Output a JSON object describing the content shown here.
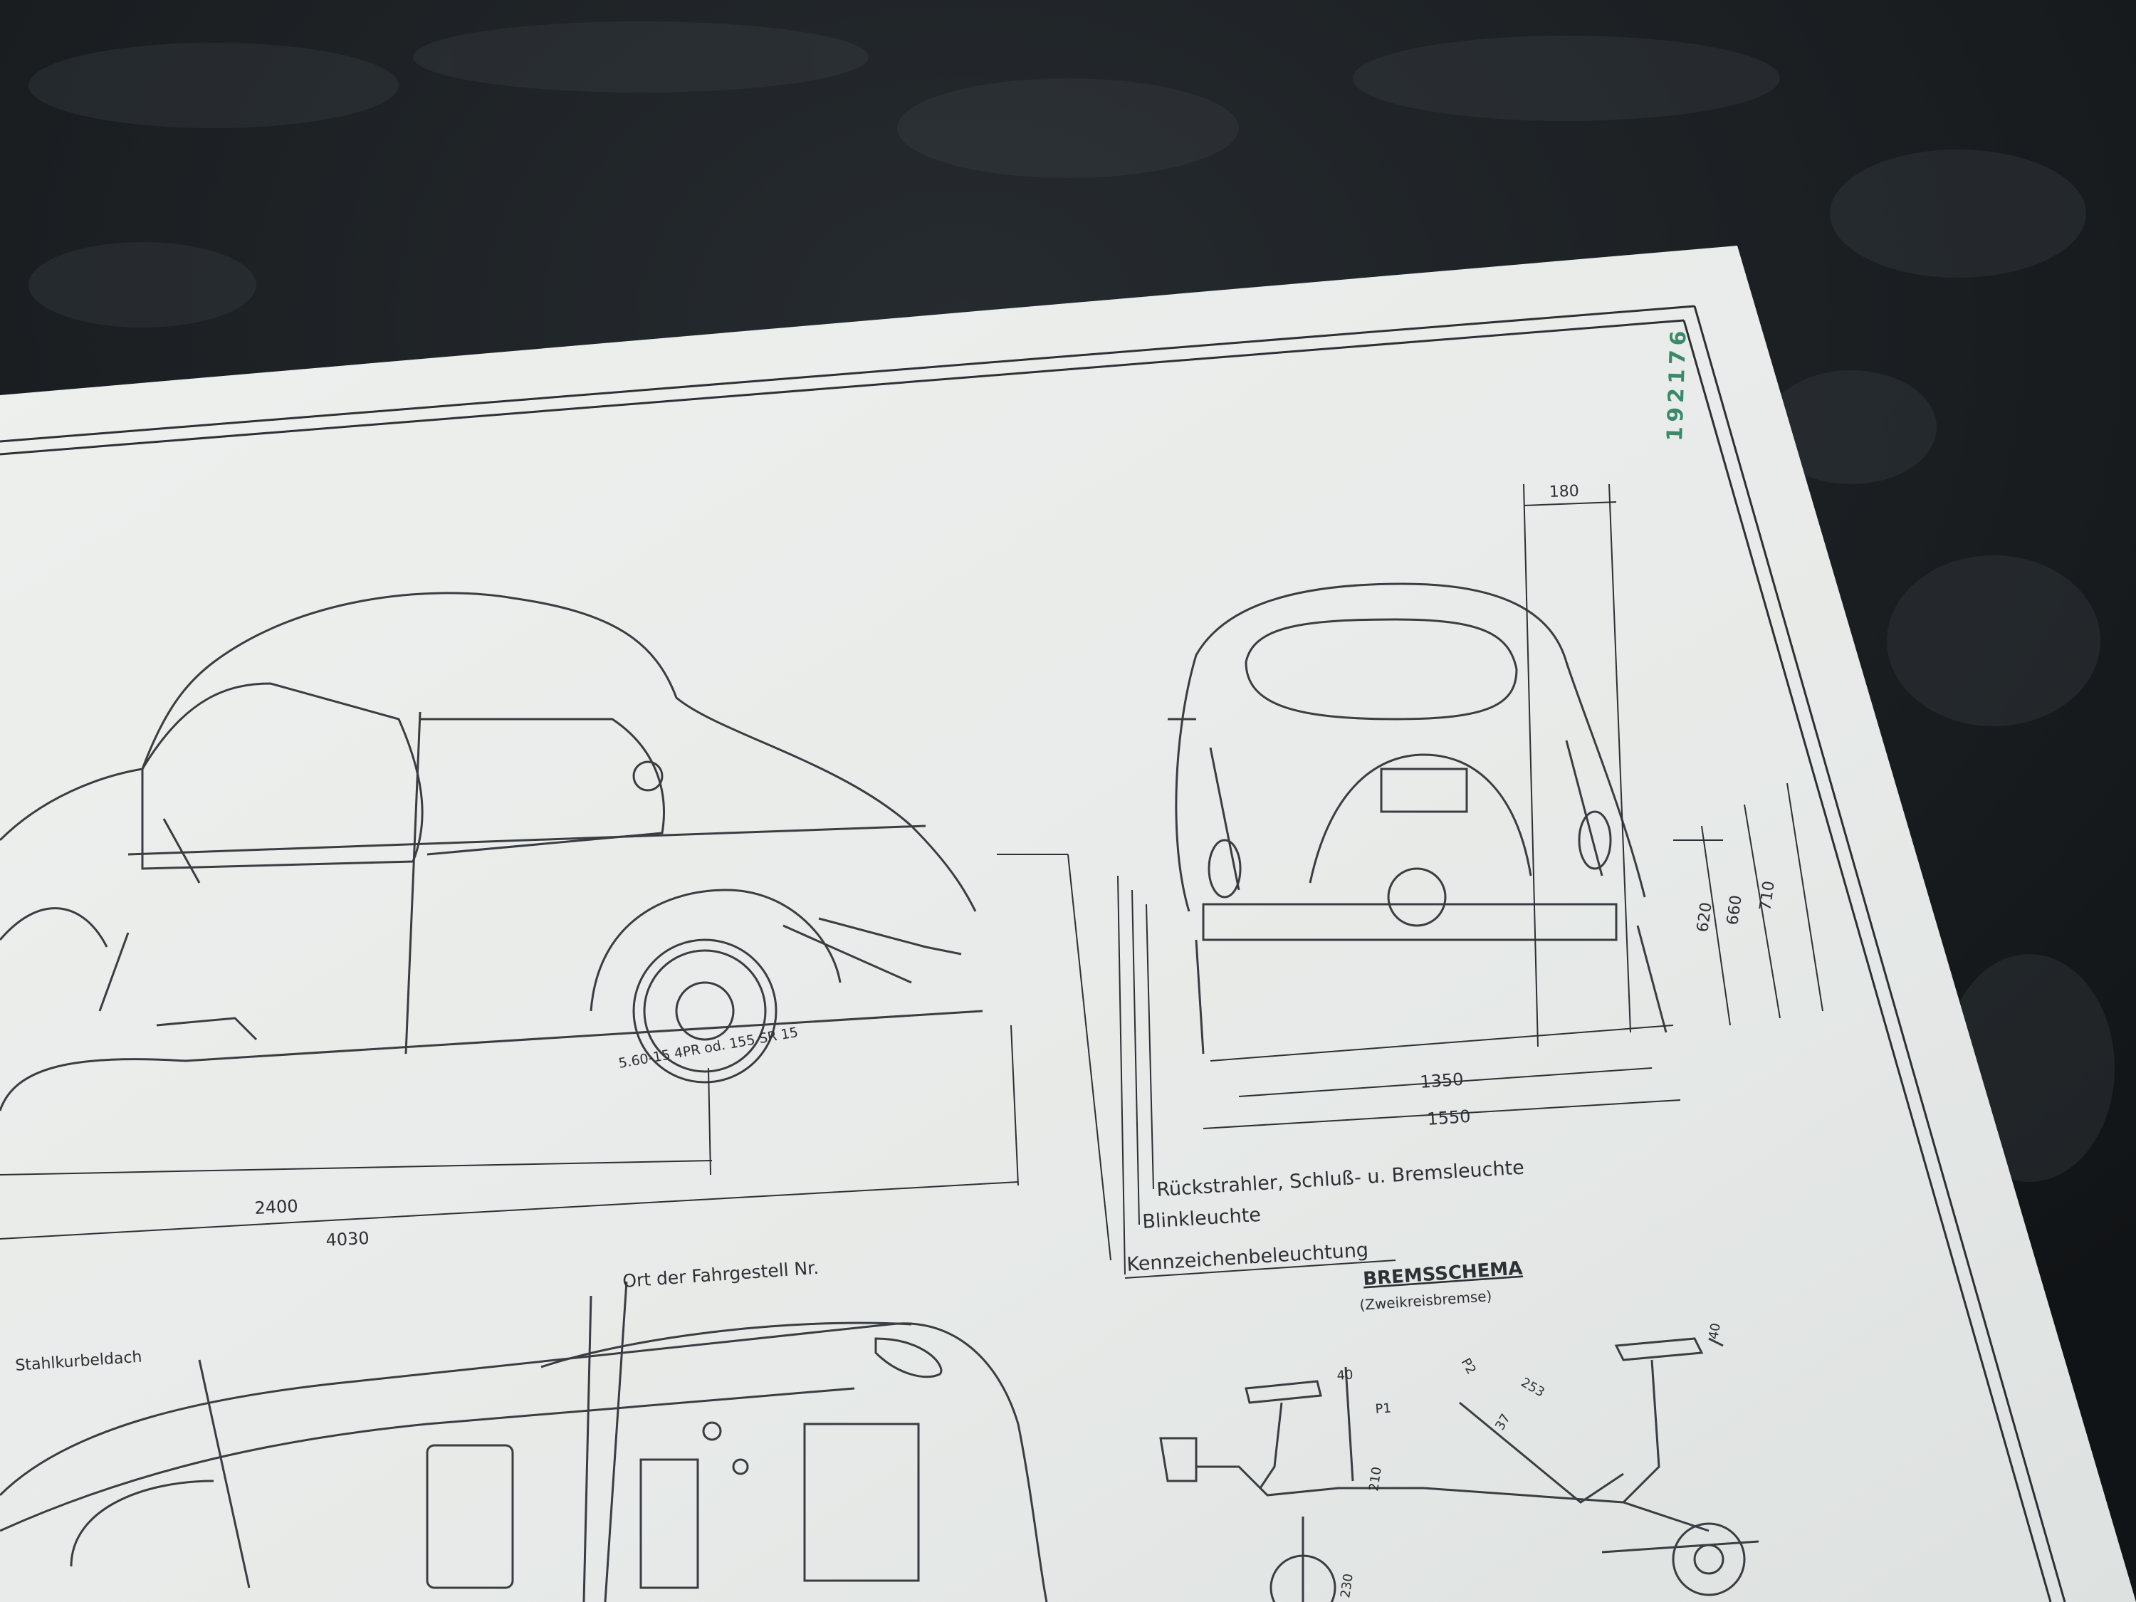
{
  "photo": {
    "serial_number": "192176",
    "colors": {
      "table": "#15191c",
      "paper": "#e9ecea",
      "ink": "#2d3034",
      "serial_ink": "#3a8a6a"
    }
  },
  "drawing": {
    "side_view": {
      "dim_wheelbase": "2400",
      "dim_length": "4030",
      "tire_label": "5.60-15 4PR od. 155 SR 15"
    },
    "rear_view": {
      "dim_top": "180",
      "dim_height_1": "620",
      "dim_height_2": "660",
      "dim_height_3": "710",
      "dim_track": "1350",
      "dim_width": "1550",
      "callout_1": "Rückstrahler, Schluß- u. Bremsleuchte",
      "callout_2": "Blinkleuchte",
      "callout_3": "Kennzeichenbeleuchtung"
    },
    "top_view": {
      "label_chassis_no": "Ort der Fahrgestell Nr.",
      "label_sunroof": "Stahlkurbeldach"
    },
    "brake_diagram": {
      "title": "BREMSSCHEMA",
      "subtitle": "(Zweikreisbremse)",
      "dim_40a": "40",
      "dim_40b": "40",
      "dim_253": "253",
      "dim_210": "210",
      "dim_37": "37",
      "dim_230": "230",
      "label_p1": "P1",
      "label_p2": "P2"
    }
  }
}
